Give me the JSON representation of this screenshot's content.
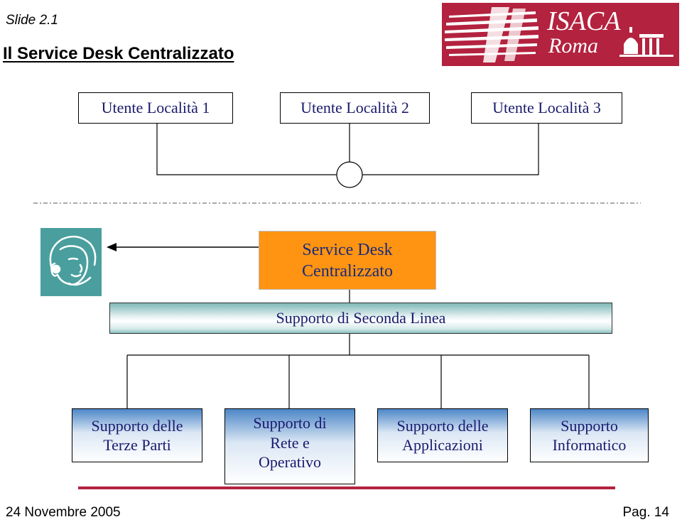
{
  "slide": {
    "number": "Slide 2.1",
    "title": "Il Service Desk Centralizzato"
  },
  "logo": {
    "line1": "ISACA",
    "line2": "Roma",
    "brand_color": "#b3223f"
  },
  "users": [
    {
      "label": "Utente Località 1"
    },
    {
      "label": "Utente Località 2"
    },
    {
      "label": "Utente Località 3"
    }
  ],
  "service_desk": {
    "line1": "Service Desk",
    "line2": "Centralizzato",
    "color": "#ff9412"
  },
  "second_line": {
    "label": "Supporto di Seconda Linea"
  },
  "support": [
    {
      "line1": "Supporto delle",
      "line2": "Terze Parti",
      "line3": ""
    },
    {
      "line1": "Supporto di",
      "line2": "Rete e",
      "line3": "Operativo"
    },
    {
      "line1": "Supporto delle",
      "line2": "Applicazioni",
      "line3": ""
    },
    {
      "line1": "Supporto",
      "line2": "Informatico",
      "line3": ""
    }
  ],
  "icons": {
    "operator": "headset-operator-icon"
  },
  "footer": {
    "date": "24 Novembre 2005",
    "page": "Pag. 14"
  }
}
